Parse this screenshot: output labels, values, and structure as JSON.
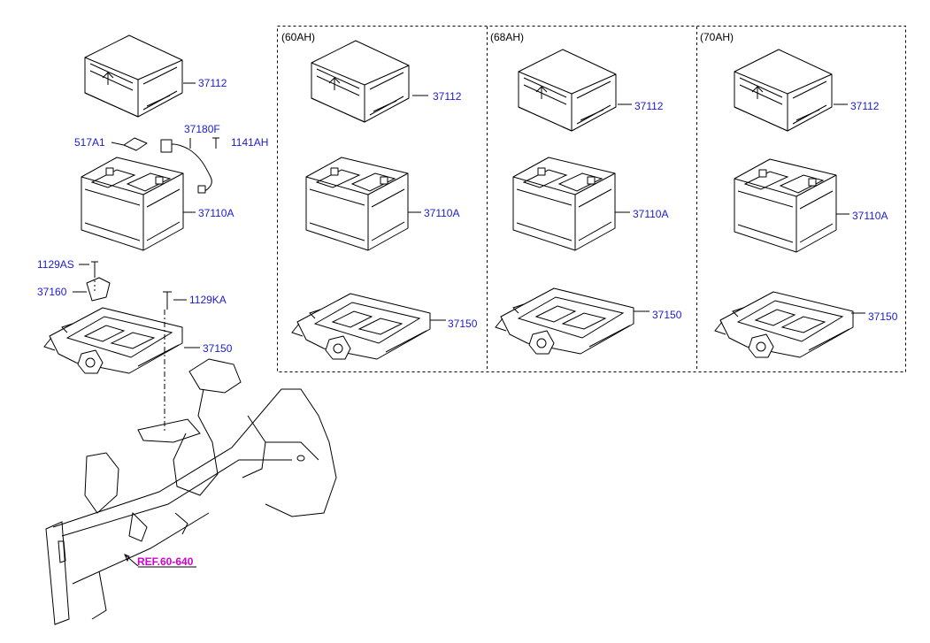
{
  "main_group": {
    "parts": {
      "tray": "37112",
      "label": "517A1",
      "cable": "37180F",
      "cable_bolt": "1141AH",
      "battery": "37110A",
      "bolt_as": "1129AS",
      "clamp": "37160",
      "bolt_ka": "1129KA",
      "bracket": "37150"
    },
    "ref_label": "REF.60-640"
  },
  "variants": [
    {
      "header": "(60AH)",
      "tray": "37112",
      "battery": "37110A",
      "bracket": "37150"
    },
    {
      "header": "(68AH)",
      "tray": "37112",
      "battery": "37110A",
      "bracket": "37150"
    },
    {
      "header": "(70AH)",
      "tray": "37112",
      "battery": "37110A",
      "bracket": "37150"
    }
  ],
  "colors": {
    "part_number": "#1a1ad6",
    "reference": "#d000d0"
  }
}
